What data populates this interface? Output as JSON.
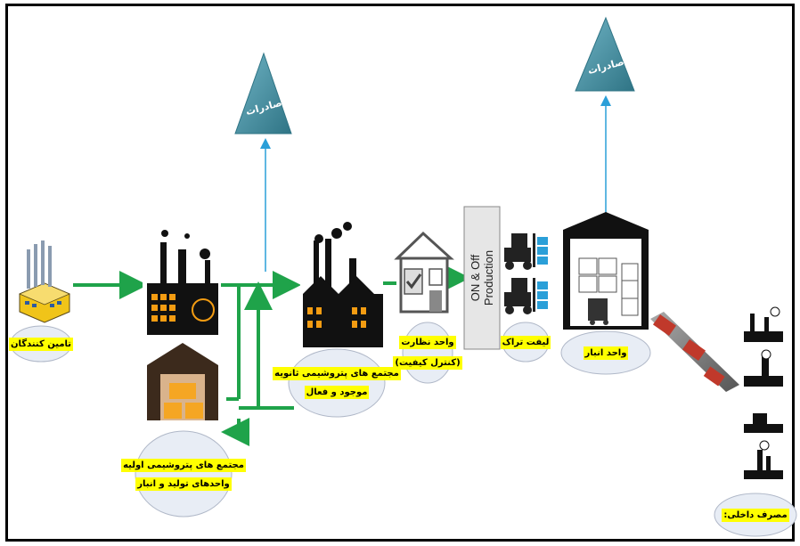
{
  "exports": {
    "label": "صادرات"
  },
  "production_box": {
    "line1": "ON & Off",
    "line2": "Production"
  },
  "nodes": {
    "suppliers": {
      "label": "تامین کنندگان"
    },
    "primary_complex": {
      "line1": "مجتمع های پتروشیمی اولیه",
      "line2": "واحدهای تولید و انبار"
    },
    "secondary_complex": {
      "line1": "مجتمع های پتروشیمی ثانویه",
      "line2": "موجود و فعال"
    },
    "quality_control": {
      "line1": "واحد نظارت",
      "line2": "(کنترل کیفیت)"
    },
    "lift_truck": {
      "label": "لیفت تراک"
    },
    "warehouse": {
      "label": "واحد انبار"
    },
    "domestic_consumption": {
      "label": "مصرف داخلی:"
    }
  },
  "colors": {
    "flow": "#1fa34a",
    "export_arrow": "#2a9fd8",
    "triangle": "#3f8fa0",
    "highlight": "#ffff00"
  }
}
